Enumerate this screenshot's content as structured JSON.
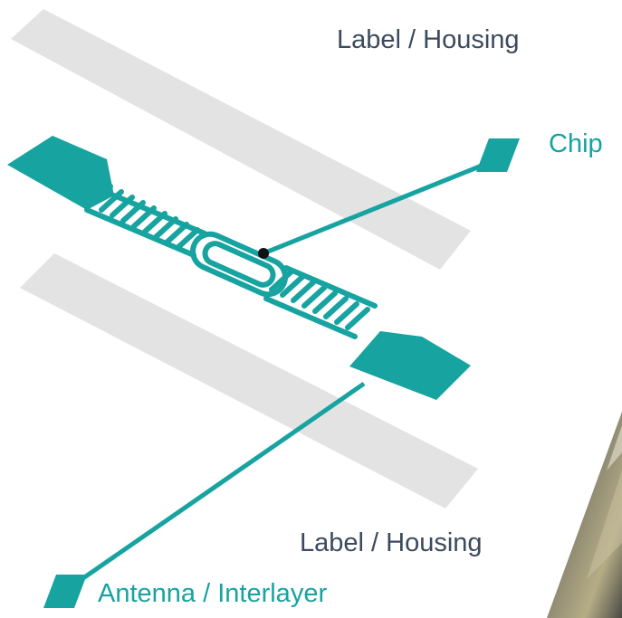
{
  "labels": {
    "top_housing": "Label / Housing",
    "chip": "Chip",
    "bottom_housing": "Label / Housing",
    "antenna": "Antenna / Interlayer"
  },
  "colors": {
    "accent": "#17a3a0",
    "housing_layer": "#e3e3e3",
    "text": "#3c4a5e",
    "chip_dot": "#111111"
  },
  "icons": [
    "chip-marker-icon",
    "antenna-marker-icon"
  ]
}
